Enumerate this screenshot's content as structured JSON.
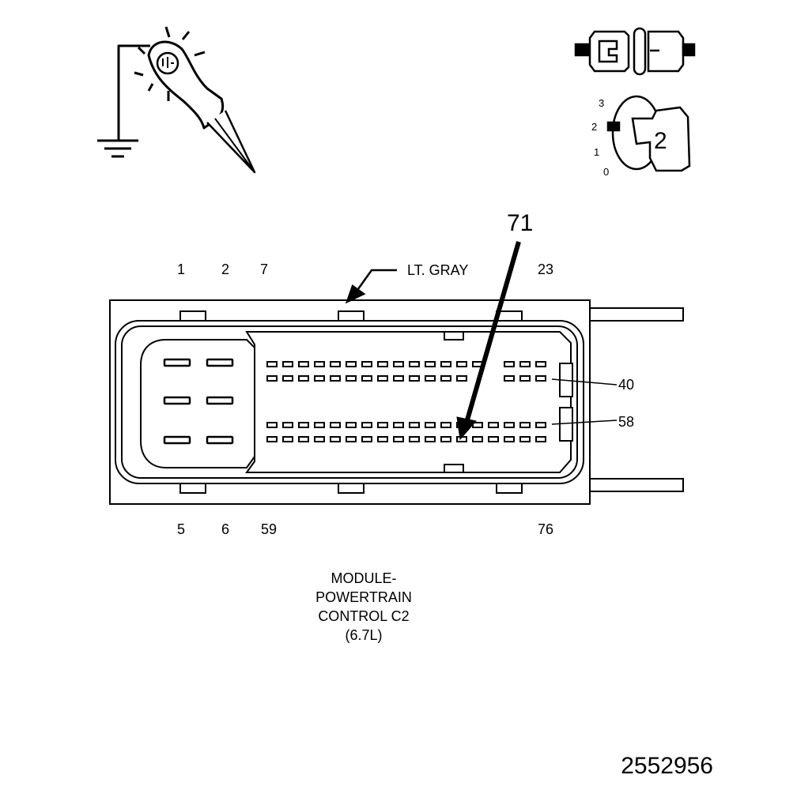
{
  "pin_labels": {
    "top": [
      "1",
      "2",
      "7",
      "23"
    ],
    "bottom": [
      "5",
      "6",
      "59",
      "76"
    ],
    "right": [
      "40",
      "58"
    ],
    "callout": "71"
  },
  "connector_color": "LT. GRAY",
  "caption": [
    "MODULE-",
    "POWERTRAIN",
    "CONTROL C2",
    "(6.7L)"
  ],
  "key_position": {
    "scale": [
      "3",
      "2",
      "1",
      "0"
    ],
    "selected": "2"
  },
  "figure_number": "2552956",
  "icons": [
    "test-light-probe-icon",
    "ground-symbol-icon",
    "disconnected-connector-icon",
    "ignition-key-switch-icon"
  ]
}
